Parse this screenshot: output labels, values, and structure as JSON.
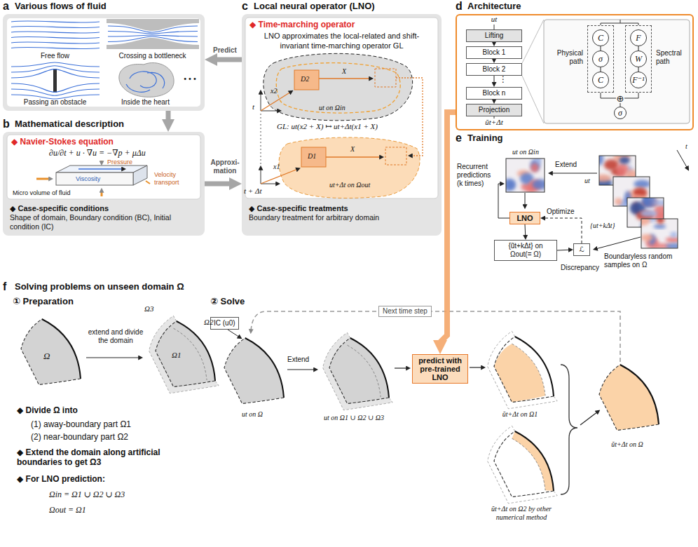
{
  "diagram": {
    "nodes": [
      {
        "text": [
          "a",
          "Various flows of fluid"
        ]
      },
      {
        "text": [
          "b",
          "Mathematical description"
        ]
      },
      {
        "text": [
          "◆ Navier-Stokes equation"
        ],
        "in": 1
      },
      {
        "text": [
          "◆ Case-specific conditions",
          "Shape of domain, Boundary condition (BC), Initial condition (IC)"
        ],
        "in": 1
      },
      {
        "text": [
          "c",
          "Local neural operator (LNO)"
        ]
      },
      {
        "text": [
          "◆ Time-marching operator",
          "LNO approximates the local-related and shift-invariant time-marching operator GL"
        ],
        "in": 4
      },
      {
        "text": [
          "◆ Case-specific treatments",
          "Boundary treatment for arbitrary domain"
        ],
        "in": 4
      },
      {
        "text": [
          "d",
          "Architecture"
        ]
      },
      {
        "text": [
          "Lifting"
        ],
        "in": 7
      },
      {
        "text": [
          "Block 1"
        ],
        "in": 7
      },
      {
        "text": [
          "Block 2"
        ],
        "in": 7
      },
      {
        "text": [
          "Block n"
        ],
        "in": 7
      },
      {
        "text": [
          "Projection"
        ],
        "in": 7
      },
      {
        "text": [
          "Physical path"
        ],
        "in": 7
      },
      {
        "text": [
          "C"
        ],
        "in": 13
      },
      {
        "text": [
          "σ"
        ],
        "in": 13
      },
      {
        "text": [
          "C"
        ],
        "in": 13
      },
      {
        "text": [
          "Spectral path"
        ],
        "in": 7
      },
      {
        "text": [
          "F"
        ],
        "in": 17
      },
      {
        "text": [
          "W"
        ],
        "in": 17
      },
      {
        "text": [
          "F⁻¹"
        ],
        "in": 17
      },
      {
        "text": [
          "σ"
        ],
        "in": 7
      },
      {
        "text": [
          "e",
          "Training"
        ]
      },
      {
        "text": [
          "LNO"
        ],
        "in": 22
      },
      {
        "text": [
          "ℒ"
        ],
        "in": 22
      },
      {
        "text": [
          "{ũt+kΔt} on Ωout(= Ω)"
        ],
        "in": 22
      },
      {
        "text": [
          "f",
          "Solving problems on unseen domain Ω"
        ]
      },
      {
        "text": [
          "IC (u0)"
        ],
        "in": 26
      },
      {
        "text": [
          "predict with pre-trained LNO"
        ],
        "in": 26
      }
    ],
    "edges": [
      {
        "from": 4,
        "to": 0,
        "label": "Predict",
        "arrow": "to"
      },
      {
        "from": 1,
        "to": 4,
        "label": "Approxi- mation",
        "arrow": "to"
      },
      {
        "from": 0,
        "to": 1,
        "arrow": "to"
      },
      {
        "from": 7,
        "to": 28,
        "arrow": "to"
      },
      {
        "from": 8,
        "to": 9,
        "arrow": "to"
      },
      {
        "from": 9,
        "to": 10,
        "arrow": "to"
      },
      {
        "from": 10,
        "to": 11,
        "arrow": "to"
      },
      {
        "from": 11,
        "to": 12,
        "arrow": "to"
      },
      {
        "from": 14,
        "to": 15,
        "arrow": "none"
      },
      {
        "from": 15,
        "to": 16,
        "arrow": "none"
      },
      {
        "from": 18,
        "to": 19,
        "arrow": "none"
      },
      {
        "from": 19,
        "to": 20,
        "arrow": "none"
      },
      {
        "from": 23,
        "to": 25,
        "arrow": "to"
      },
      {
        "from": 25,
        "to": 24,
        "arrow": "to"
      },
      {
        "from": 24,
        "to": 23,
        "label": "Optimize",
        "arrow": "to"
      }
    ],
    "labels": [
      "Free flow",
      "Crossing a bottleneck",
      "Passing an obstacle",
      "Inside the heart",
      "• • •",
      "∂u/∂t + u · ∇u = −∇p + μΔu",
      "Pressure",
      "Viscosity",
      "Velocity transport",
      "Micro volume of fluid",
      "t",
      "t + Δt",
      "D2",
      "x2",
      "X",
      "D1",
      "x1",
      "X",
      "ut on Ωin",
      "ut+Δt on Ωout",
      "GL: ut(x2 + X) ↦ ut+Δt(x1 + X)",
      "ut",
      "⋮",
      "ũt+Δt",
      "⊕",
      "ut on Ωin",
      "Recurrent predictions (k times)",
      "Extend",
      "ut",
      "{ut+kΔt}",
      "Discrepancy",
      "Boundaryless random samples on Ω",
      "t",
      "① Preparation",
      "Ω",
      "extend and divide the domain",
      "Ω3",
      "Ω2",
      "Ω1",
      "◆ Divide Ω into",
      "(1) away-boundary part Ω1",
      "(2) near-boundary part Ω2",
      "◆ Extend the domain along artificial boundaries to get Ω3",
      "◆ For LNO prediction:",
      "Ωin = Ω1 ∪ Ω2 ∪ Ω3",
      "Ωout = Ω1",
      "② Solve",
      "Next time step",
      "Extend",
      "ut on Ω",
      "ut on Ω1 ∪ Ω2 ∪ Ω3",
      "ũt+Δt on Ω1",
      "ũt+Δt on Ω2 by other numerical method",
      "ũt+Δt on Ω"
    ]
  }
}
